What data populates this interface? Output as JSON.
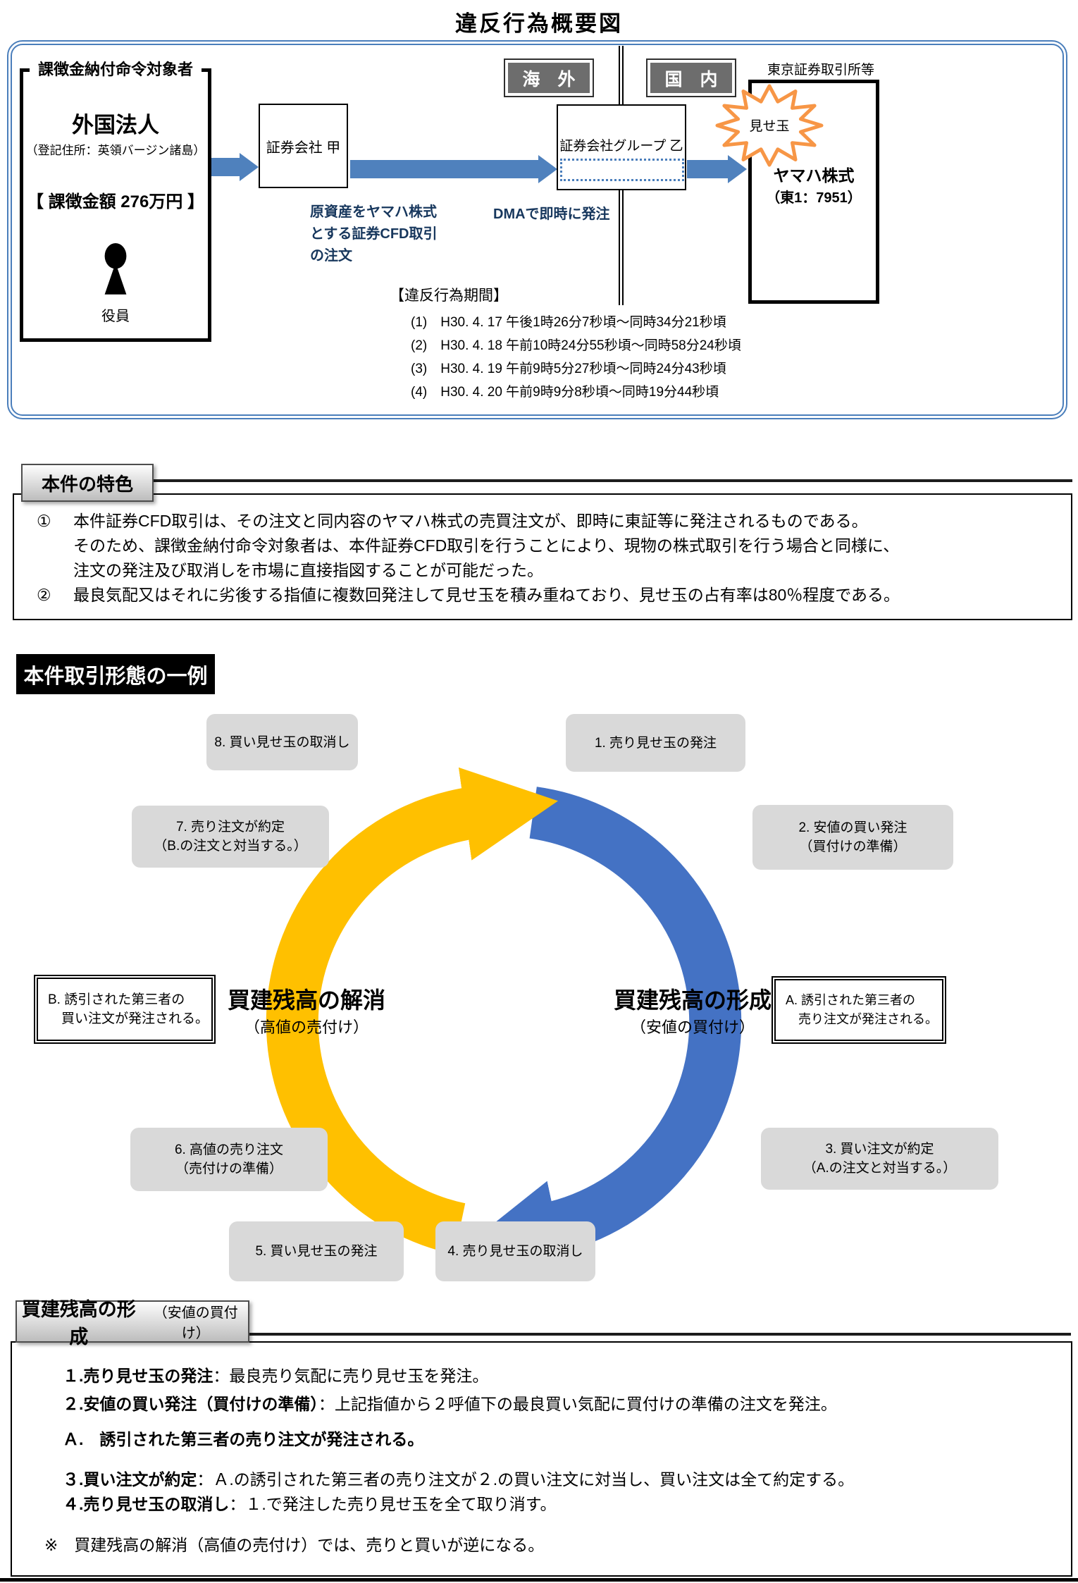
{
  "title": "違反行為概要図",
  "colors": {
    "frame_blue": "#4a7ebb",
    "arrow_blue": "#4f81bd",
    "arc_blue": "#4472C4",
    "arc_yellow": "#FFC000",
    "starburst_orange": "#F79646",
    "caption_navy": "#17375D",
    "zone_gray": "#6d6d6d",
    "step_box_gray": "#d9d9d9"
  },
  "overview": {
    "subject_box": {
      "title": "課徴金納付命令対象者",
      "name": "外国法人",
      "address": "（登記住所：英領バージン諸島）",
      "penalty": "【 課徴金額 276万円 】",
      "person_label": "役員"
    },
    "overseas_label": "海　外",
    "domestic_label": "国　内",
    "broker_a": "証券会社 甲",
    "broker_b": "証券会社グループ 乙",
    "exchange_label": "東京証券取引所等",
    "starburst_label": "見せ玉",
    "stock_name": "ヤマハ株式",
    "stock_code": "（東1：7951）",
    "order_caption_lines": [
      "原資産をヤマハ株式",
      "とする証券CFD取引",
      "の注文"
    ],
    "dma_caption": "DMAで即時に発注",
    "period_heading": "【違反行為期間】",
    "periods": [
      "(1)　H30. 4. 17 午後1時26分7秒頃～同時34分21秒頃",
      "(2)　H30. 4. 18 午前10時24分55秒頃～同時58分24秒頃",
      "(3)　H30. 4. 19 午前9時5分27秒頃～同時24分43秒頃",
      "(4)　H30. 4. 20 午前9時9分8秒頃～同時19分44秒頃"
    ]
  },
  "features": {
    "heading": "本件の特色",
    "items": [
      {
        "marker": "①",
        "lines": [
          "本件証券CFD取引は、その注文と同内容のヤマハ株式の売買注文が、即時に東証等に発注されるものである。",
          "そのため、課徴金納付命令対象者は、本件証券CFD取引を行うことにより、現物の株式取引を行う場合と同様に、",
          "注文の発注及び取消しを市場に直接指図することが可能だった。"
        ]
      },
      {
        "marker": "②",
        "lines": [
          "最良気配又はそれに劣後する指値に複数回発注して見せ玉を積み重ねており、見せ玉の占有率は80％程度である。"
        ]
      }
    ]
  },
  "cycle": {
    "heading": "本件取引形態の一例",
    "step8": "8. 買い見せ玉の取消し",
    "step1": "1. 売り見せ玉の発注",
    "step7_l1": "7. 売り注文が約定",
    "step7_l2": "（B.の注文と対当する。）",
    "step2_l1": "2. 安値の買い発注",
    "step2_l2": "（買付けの準備）",
    "boxB_l1": "B. 誘引された第三者の",
    "boxB_l2": "　買い注文が発注される。",
    "boxA_l1": "A. 誘引された第三者の",
    "boxA_l2": "　売り注文が発注される。",
    "left_title": "買建残高の解消",
    "left_sub": "（高値の売付け）",
    "right_title": "買建残高の形成",
    "right_sub": "（安値の買付け）",
    "step6_l1": "6. 高値の売り注文",
    "step6_l2": "（売付けの準備）",
    "step3_l1": "3.  買い注文が約定",
    "step3_l2": "（A.の注文と対当する。）",
    "step5": "5. 買い見せ玉の発注",
    "step4": "4.  売り見せ玉の取消し"
  },
  "detail": {
    "heading_main": "買建残高の形成",
    "heading_sub": "（安値の買付け）",
    "steps": [
      {
        "label": "１.売り見せ玉の発注",
        "desc": "：最良売り気配に売り見せ玉を発注。"
      },
      {
        "label": "２.安値の買い発注（買付けの準備）",
        "desc": "：上記指値から２呼値下の最良買い気配に買付けの準備の注文を発注。"
      },
      {
        "label": "Ａ.　誘引された第三者の売り注文が発注される。",
        "desc": ""
      },
      {
        "label": "３.買い注文が約定",
        "desc": "：Ａ.の誘引された第三者の売り注文が２.の買い注文に対当し、買い注文は全て約定する。"
      },
      {
        "label": "４.売り見せ玉の取消し",
        "desc": "：１.で発注した売り見せ玉を全て取り消す。"
      }
    ],
    "note": "※　買建残高の解消（高値の売付け）では、売りと買いが逆になる。"
  }
}
